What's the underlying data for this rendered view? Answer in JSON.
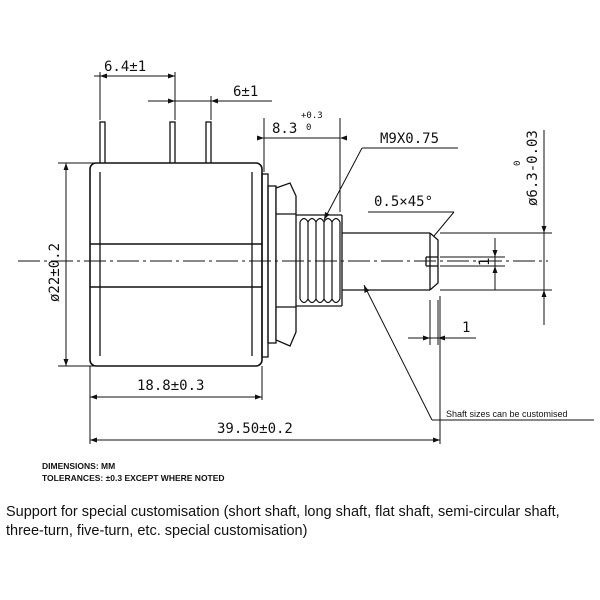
{
  "dimensions": {
    "pin_pitch_outer": "6.4±1",
    "pin_pitch_inner": "6±1",
    "bushing_length": "8.3",
    "bushing_length_tol_upper": "+0.3",
    "bushing_length_tol_lower": "0",
    "thread": "M9X0.75",
    "chamfer": "0.5×45°",
    "shaft_diameter": "ø6.3-0.03",
    "shaft_diameter_tol_upper": "0",
    "slot_width": "1",
    "slot_depth": "1",
    "body_diameter": "ø22±0.2",
    "body_length": "18.8±0.3",
    "overall_length": "39.50±0.2"
  },
  "callout": "Shaft sizes can be customised",
  "notes": {
    "units": "DIMENSIONS: MM",
    "tolerances": "TOLERANCES: ±0.3 EXCEPT WHERE NOTED"
  },
  "caption": "Support for special customisation (short shaft, long shaft, flat shaft, semi-circular shaft, three-turn, five-turn, etc. special customisation)",
  "colors": {
    "line": "#111111",
    "body_fill": "#ffffff",
    "background": "#ffffff"
  }
}
